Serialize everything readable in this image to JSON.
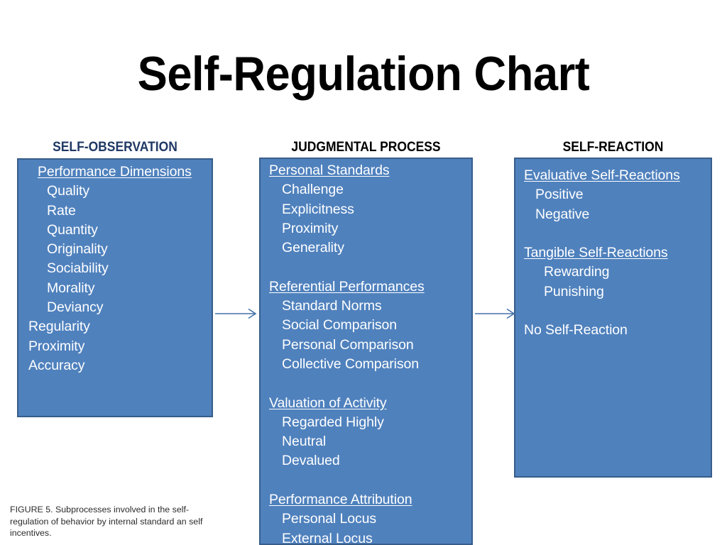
{
  "title": "Self-Regulation Chart",
  "colors": {
    "box_fill": "#4F81BD",
    "box_border": "#385D8A",
    "header_blue": "#1F3864",
    "header_black": "#000000",
    "arrow": "#4472A8",
    "text": "#FFFFFF",
    "background": "#FFFFFF"
  },
  "columns": [
    {
      "id": "self-observation",
      "header": "SELF-OBSERVATION",
      "header_color": "#1F3864",
      "rows": [
        {
          "text": "Performance Dimensions",
          "type": "heading",
          "indent": 1
        },
        {
          "text": "Quality",
          "type": "item",
          "indent": 2
        },
        {
          "text": "Rate",
          "type": "item",
          "indent": 2
        },
        {
          "text": "Quantity",
          "type": "item",
          "indent": 2
        },
        {
          "text": "Originality",
          "type": "item",
          "indent": 2
        },
        {
          "text": "Sociability",
          "type": "item",
          "indent": 2
        },
        {
          "text": "Morality",
          "type": "item",
          "indent": 2
        },
        {
          "text": "Deviancy",
          "type": "item",
          "indent": 2
        },
        {
          "text": "Regularity",
          "type": "item",
          "indent": 0
        },
        {
          "text": "Proximity",
          "type": "item",
          "indent": 0
        },
        {
          "text": "Accuracy",
          "type": "item",
          "indent": 0
        }
      ]
    },
    {
      "id": "judgmental-process",
      "header": "JUDGMENTAL PROCESS",
      "header_color": "#000000",
      "rows": [
        {
          "text": "Personal Standards",
          "type": "heading",
          "indent": 0
        },
        {
          "text": "Challenge",
          "type": "item",
          "indent": 1
        },
        {
          "text": "Explicitness",
          "type": "item",
          "indent": 1
        },
        {
          "text": "Proximity",
          "type": "item",
          "indent": 1
        },
        {
          "text": "Generality",
          "type": "item",
          "indent": 1
        },
        {
          "text": "",
          "type": "spacer",
          "indent": 0
        },
        {
          "text": "Referential Performances",
          "type": "heading",
          "indent": 0
        },
        {
          "text": "Standard Norms",
          "type": "item",
          "indent": 1
        },
        {
          "text": "Social Comparison",
          "type": "item",
          "indent": 1
        },
        {
          "text": "Personal Comparison",
          "type": "item",
          "indent": 1
        },
        {
          "text": "Collective Comparison",
          "type": "item",
          "indent": 1
        },
        {
          "text": "",
          "type": "spacer",
          "indent": 0
        },
        {
          "text": "Valuation of Activity",
          "type": "heading",
          "indent": 0
        },
        {
          "text": "Regarded Highly",
          "type": "item",
          "indent": 1
        },
        {
          "text": "Neutral",
          "type": "item",
          "indent": 1
        },
        {
          "text": "Devalued",
          "type": "item",
          "indent": 1
        },
        {
          "text": "",
          "type": "spacer",
          "indent": 0
        },
        {
          "text": "Performance Attribution",
          "type": "heading",
          "indent": 0
        },
        {
          "text": "Personal Locus",
          "type": "item",
          "indent": 1
        },
        {
          "text": "External Locus",
          "type": "item",
          "indent": 1
        }
      ]
    },
    {
      "id": "self-reaction",
      "header": "SELF-REACTION",
      "header_color": "#000000",
      "rows": [
        {
          "text": "Evaluative Self-Reactions",
          "type": "heading",
          "indent": 0
        },
        {
          "text": "Positive",
          "type": "item",
          "indent": 1
        },
        {
          "text": "Negative",
          "type": "item",
          "indent": 1
        },
        {
          "text": "",
          "type": "spacer",
          "indent": 0
        },
        {
          "text": "Tangible Self-Reactions",
          "type": "heading",
          "indent": 0
        },
        {
          "text": "Rewarding",
          "type": "item",
          "indent": 2
        },
        {
          "text": "Punishing",
          "type": "item",
          "indent": 2
        },
        {
          "text": "",
          "type": "spacer",
          "indent": 0
        },
        {
          "text": "No Self-Reaction",
          "type": "item",
          "indent": 0
        }
      ]
    }
  ],
  "arrows": [
    {
      "id": "arrow-self-observation-to-judgmental",
      "from": "self-observation",
      "to": "judgmental-process"
    },
    {
      "id": "arrow-judgmental-to-self-reaction",
      "from": "judgmental-process",
      "to": "self-reaction"
    }
  ],
  "caption": "FIGURE 5. Subprocesses involved in the self-regulation of behavior by internal standard an self incentives."
}
